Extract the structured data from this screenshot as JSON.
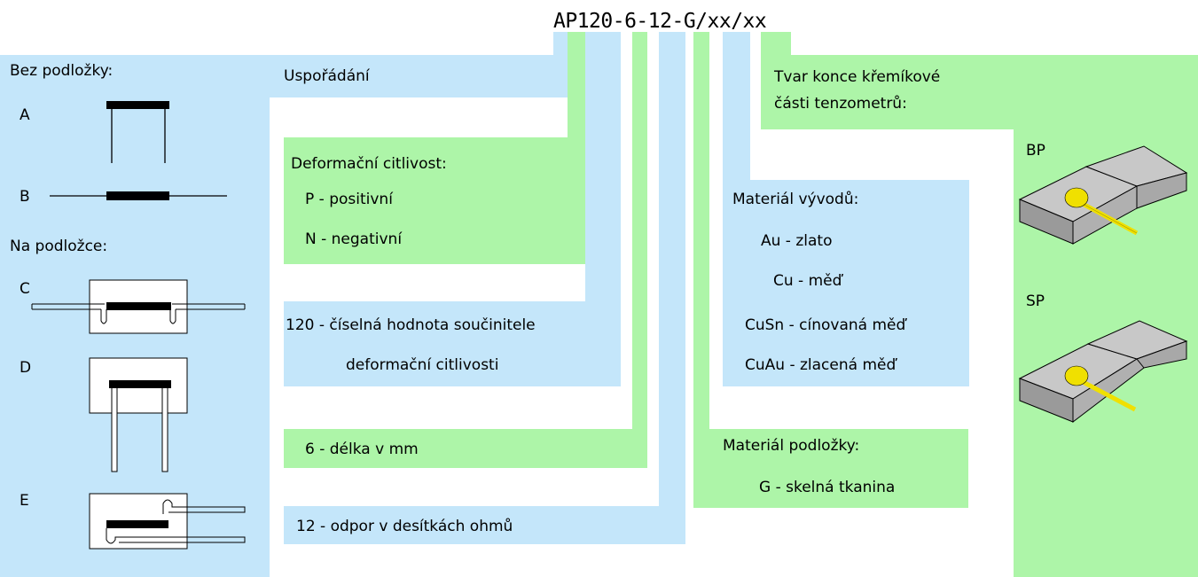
{
  "code": "AP120-6-12-G/xx/xx",
  "left_panel": {
    "no_substrate_title": "Bez podložky:",
    "on_substrate_title": "Na podložce:",
    "variants": [
      "A",
      "B",
      "C",
      "D",
      "E"
    ]
  },
  "arrangement": {
    "title": "Uspořádání"
  },
  "sensitivity": {
    "title": "Deformační citlivost:",
    "items": [
      "P - positivní",
      "N - negativní"
    ]
  },
  "gauge_factor": {
    "line1": "120 - číselná hodnota součinitele",
    "line2": "deformační citlivosti"
  },
  "length": {
    "label": "6 - délka v mm"
  },
  "resistance": {
    "label": "12 - odpor v desítkách ohmů"
  },
  "lead_material": {
    "title": "Materiál vývodů:",
    "items": [
      "Au - zlato",
      "Cu - měď",
      "CuSn - cínovaná měď",
      "CuAu - zlacená měď"
    ]
  },
  "substrate_material": {
    "title": "Materiál podložky:",
    "item": "G - skelná tkanina"
  },
  "tip_shape": {
    "line1": "Tvar konce křemíkové",
    "line2": "části tenzometrů:",
    "shapes": [
      "BP",
      "SP"
    ]
  },
  "colors": {
    "blue": "#c4e6fa",
    "green": "#adf5a8",
    "chip": "#c8c8c8",
    "pad": "#f0e000"
  }
}
